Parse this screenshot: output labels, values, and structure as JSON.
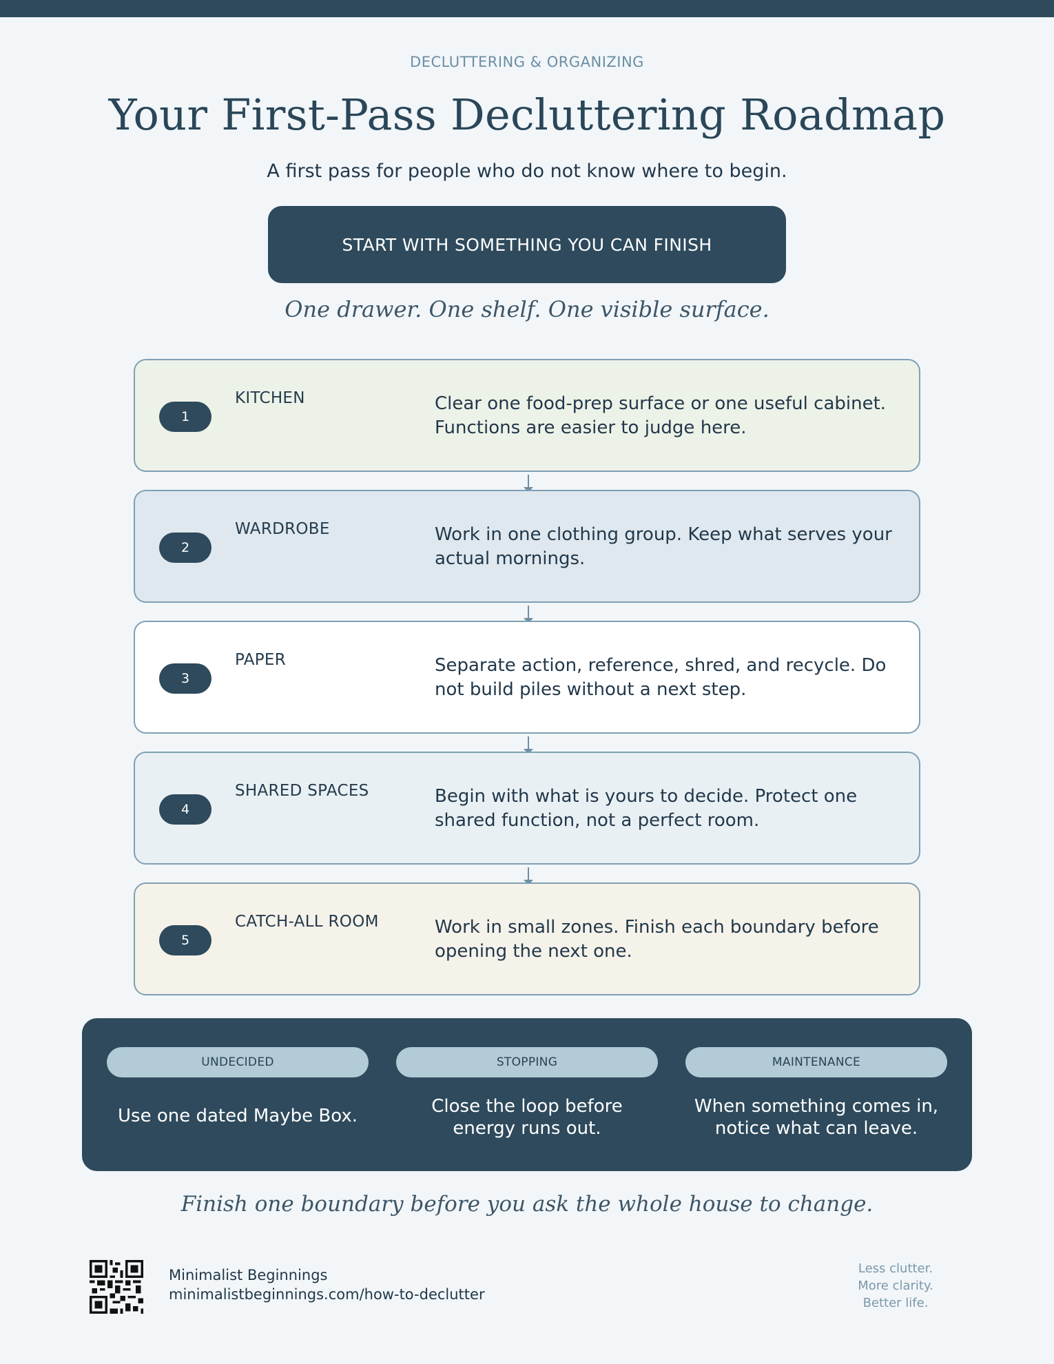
{
  "header": {
    "eyebrow": "DECLUTTERING & ORGANIZING",
    "title": "Your First-Pass Decluttering Roadmap",
    "subtitle": "A first pass for people who do not know where to begin."
  },
  "start": {
    "label": "START WITH SOMETHING YOU CAN FINISH",
    "subtext": "One drawer. One shelf. One visible surface."
  },
  "steps": [
    {
      "number": "1",
      "name": "KITCHEN",
      "description": "Clear one food-prep surface or one useful cabinet. Functions are easier to judge here.",
      "color": "#edf2e8"
    },
    {
      "number": "2",
      "name": "WARDROBE",
      "description": "Work in one clothing group. Keep what serves your actual mornings.",
      "color": "#dfe8ef"
    },
    {
      "number": "3",
      "name": "PAPER",
      "description": "Separate action, reference, shred, and recycle. Do not build piles without a next step.",
      "color": "#ffffff"
    },
    {
      "number": "4",
      "name": "SHARED SPACES",
      "description": "Begin with what is yours to decide. Protect one shared function, not a perfect room.",
      "color": "#e9f0f4"
    },
    {
      "number": "5",
      "name": "CATCH-ALL ROOM",
      "description": "Work in small zones. Finish each boundary before opening the next one.",
      "color": "#f5f2ea"
    }
  ],
  "tips": [
    {
      "label": "UNDECIDED",
      "text": "Use one dated Maybe Box."
    },
    {
      "label": "STOPPING",
      "text": "Close the loop before energy runs out."
    },
    {
      "label": "MAINTENANCE",
      "text": "When something comes in, notice what can leave."
    }
  ],
  "closing": "Finish one boundary before you ask the whole house to change.",
  "footer": {
    "brand": "Minimalist Beginnings",
    "url": "minimalistbeginnings.com/how-to-declutter",
    "tagline": [
      "Less clutter.",
      "More clarity.",
      "Better life."
    ]
  }
}
